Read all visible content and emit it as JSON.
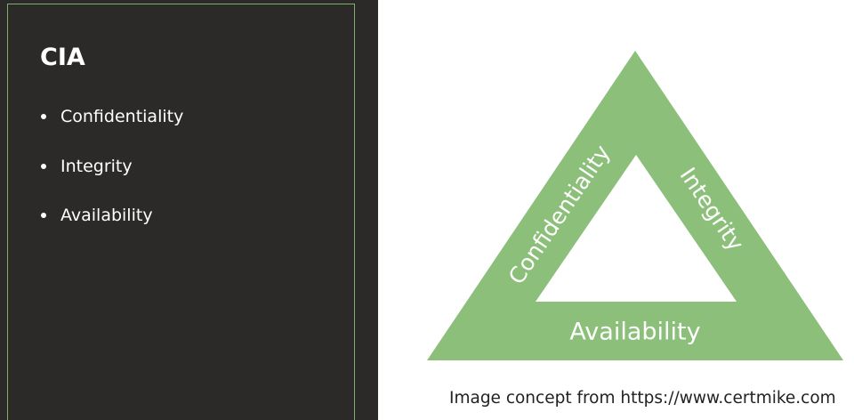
{
  "panel": {
    "title": "CIA",
    "items": [
      {
        "label": "Confidentiality"
      },
      {
        "label": "Integrity"
      },
      {
        "label": "Availability"
      }
    ]
  },
  "diagram": {
    "sides": {
      "left": "Confidentiality",
      "right": "Integrity",
      "bottom": "Availability"
    },
    "fill_color": "#8cc07a",
    "text_color": "#ffffff"
  },
  "caption": "Image concept from https://www.certmike.com"
}
